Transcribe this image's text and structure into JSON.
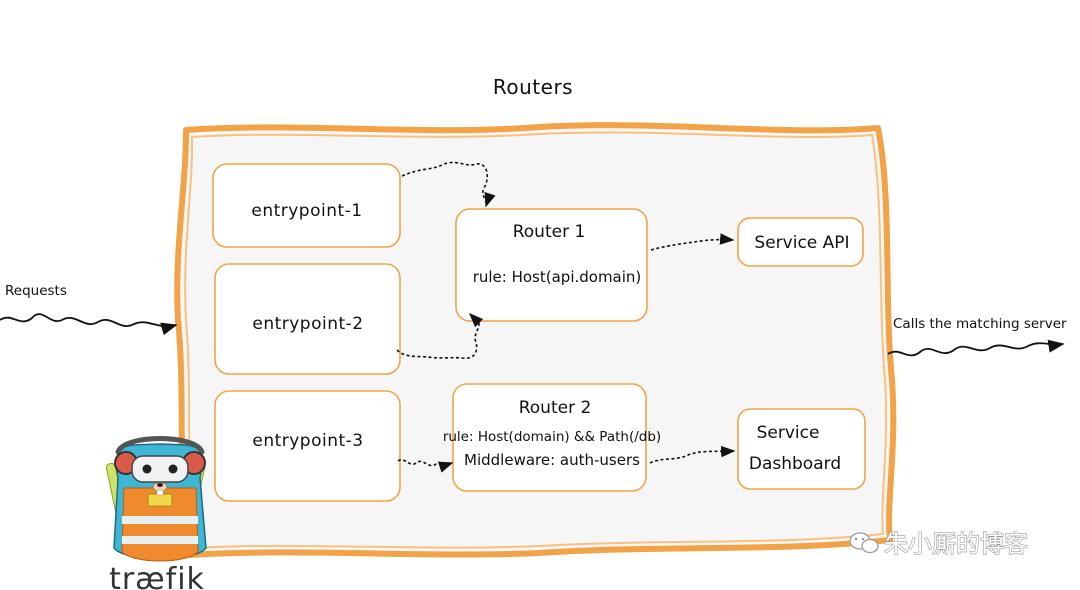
{
  "title": "Routers",
  "entrypoints": [
    {
      "label": "entrypoint-1"
    },
    {
      "label": "entrypoint-2"
    },
    {
      "label": "entrypoint-3"
    }
  ],
  "routers": [
    {
      "label": "Router 1",
      "rule": "rule: Host(api.domain)",
      "middleware": ""
    },
    {
      "label": "Router 2",
      "rule": "rule: Host(domain) && Path(/db)",
      "middleware": "Middleware: auth-users"
    }
  ],
  "services": [
    {
      "lines": [
        "Service API"
      ]
    },
    {
      "lines": [
        "Service",
        "Dashboard"
      ]
    }
  ],
  "edge_labels": {
    "incoming": "Requests",
    "outgoing": "Calls the matching server"
  },
  "logo": {
    "text": "træfik",
    "icon": "gopher-mascot-icon"
  },
  "watermark": {
    "text": "朱小厮的博客",
    "icon": "wechat-icon"
  },
  "colors": {
    "frame_stroke": "#f2a347",
    "frame_fill": "#f6f6f6",
    "box_stroke": "#f2a347",
    "gopher_blue": "#3fb6d3",
    "vest_orange": "#f08a2e"
  }
}
